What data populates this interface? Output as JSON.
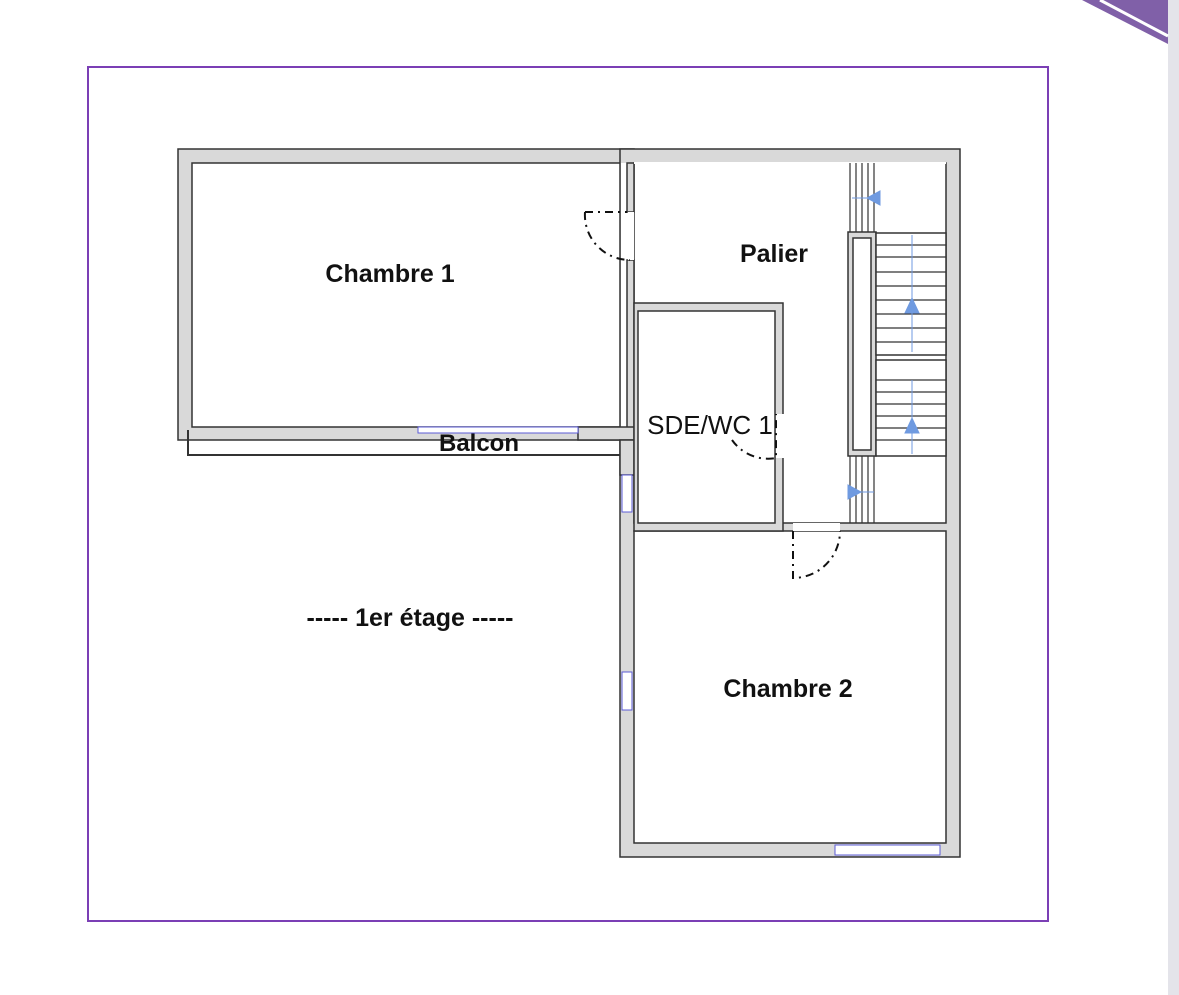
{
  "plan": {
    "rooms": {
      "chambre1": "Chambre 1",
      "palier": "Palier",
      "sde": "SDE/WC 1",
      "balcon": "Balcon",
      "chambre2": "Chambre 2"
    },
    "floor_label": "----- 1er étage -----"
  },
  "colors": {
    "frame": "#7b3fb5",
    "corner": "#8060a8",
    "arrows": "#6f9ae0",
    "wall": "#d9d9d9"
  }
}
